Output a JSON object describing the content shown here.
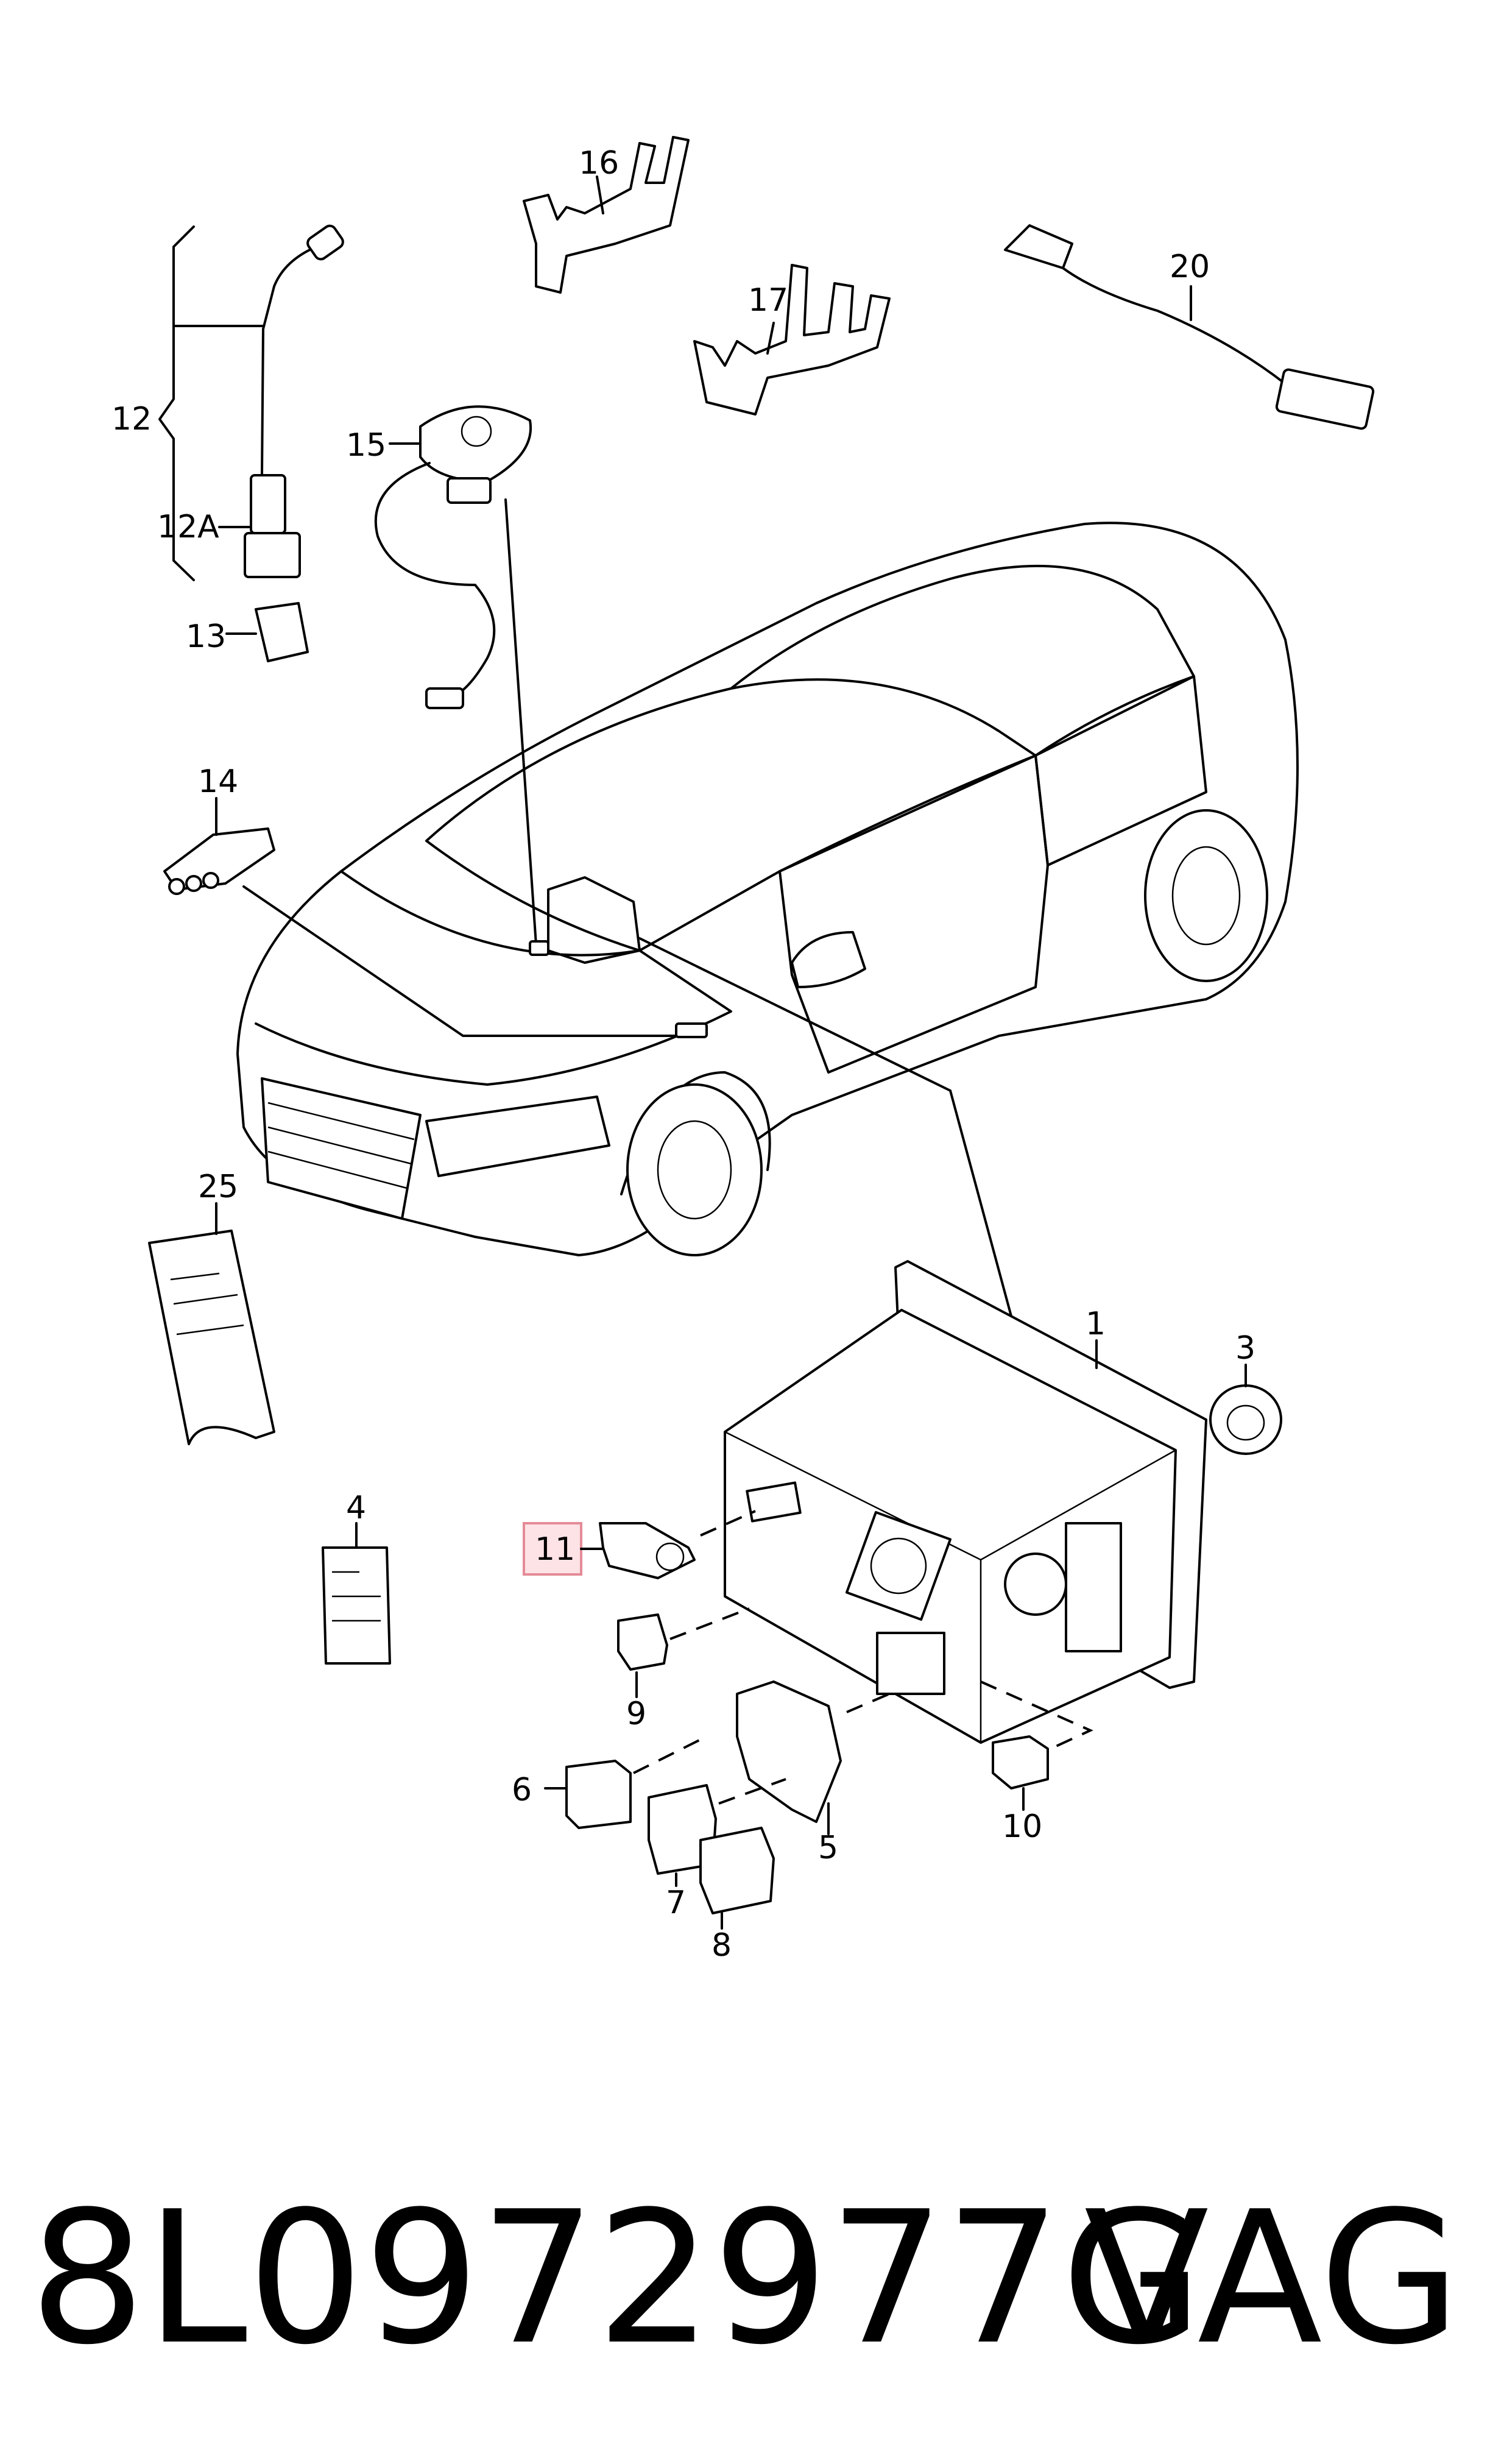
{
  "callouts": [
    "1",
    "3",
    "4",
    "5",
    "6",
    "7",
    "8",
    "9",
    "10",
    "11",
    "12",
    "12A",
    "13",
    "14",
    "15",
    "16",
    "17",
    "20",
    "25"
  ],
  "highlighted_callout": "11",
  "footer": {
    "part_number": "8L0972977G",
    "brand": "VAG"
  },
  "colors": {
    "line": "#000000",
    "highlight_fill": "#fde3e6",
    "highlight_stroke": "#e48b97"
  }
}
